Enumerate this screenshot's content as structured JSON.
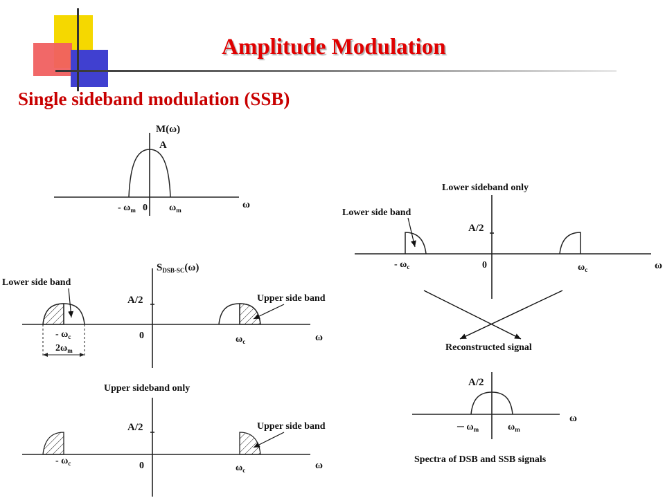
{
  "header": {
    "title": "Amplitude Modulation",
    "subtitle": "Single sideband modulation (SSB)"
  },
  "colors": {
    "title": "#e00000",
    "subtitle": "#c80000",
    "deco_yellow": "#f5d800",
    "deco_red": "#f06060",
    "deco_blue": "#4040d0"
  },
  "message_spectrum": {
    "ylabel": "M(ω)",
    "peak": "A",
    "xlabel": "ω",
    "tick_neg": "- ω",
    "tick_neg_sub": "m",
    "origin": "0",
    "tick_pos": "ω",
    "tick_pos_sub": "m"
  },
  "dsb_spectrum": {
    "ylabel": "S",
    "ylabel_sub": "DSB-SC",
    "ylabel_arg": "(ω)",
    "level": "A/2",
    "origin": "0",
    "xlabel": "ω",
    "tick_neg": "- ω",
    "tick_neg_sub": "c",
    "tick_pos": "ω",
    "tick_pos_sub": "c",
    "bandwidth": "2ω",
    "bandwidth_sub": "m",
    "lower_label": "Lower side band",
    "upper_label": "Upper side band"
  },
  "usb_spectrum": {
    "title": "Upper sideband only",
    "level": "A/2",
    "origin": "0",
    "xlabel": "ω",
    "tick_neg": "- ω",
    "tick_neg_sub": "c",
    "tick_pos": "ω",
    "tick_pos_sub": "c",
    "band_label": "Upper side band"
  },
  "lsb_spectrum": {
    "title": "Lower sideband only",
    "band_label": "Lower side band",
    "level": "A/2",
    "origin": "0",
    "xlabel": "ω",
    "tick_neg": "- ω",
    "tick_neg_sub": "c",
    "tick_pos": "ω",
    "tick_pos_sub": "c"
  },
  "reconstructed": {
    "title": "Reconstructed signal",
    "level": "A/2",
    "xlabel": "ω",
    "tick_neg": "─ ω",
    "tick_neg_sub": "m",
    "tick_pos": "ω",
    "tick_pos_sub": "m"
  },
  "caption": "Spectra of DSB and SSB signals"
}
